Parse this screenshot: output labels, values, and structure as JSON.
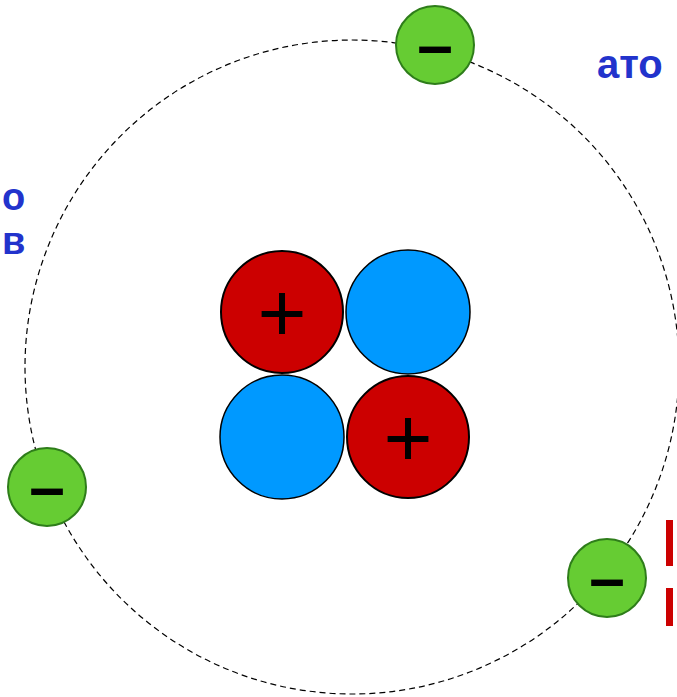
{
  "diagram": {
    "nodes": [
      {
        "text": [
          "–"
        ]
      },
      {
        "text": [
          "+"
        ]
      },
      {
        "text": [
          "+"
        ]
      },
      {
        "text": [
          "–"
        ]
      },
      {
        "text": [
          "–"
        ]
      }
    ],
    "labels": [
      "ато",
      "о",
      "в"
    ]
  }
}
